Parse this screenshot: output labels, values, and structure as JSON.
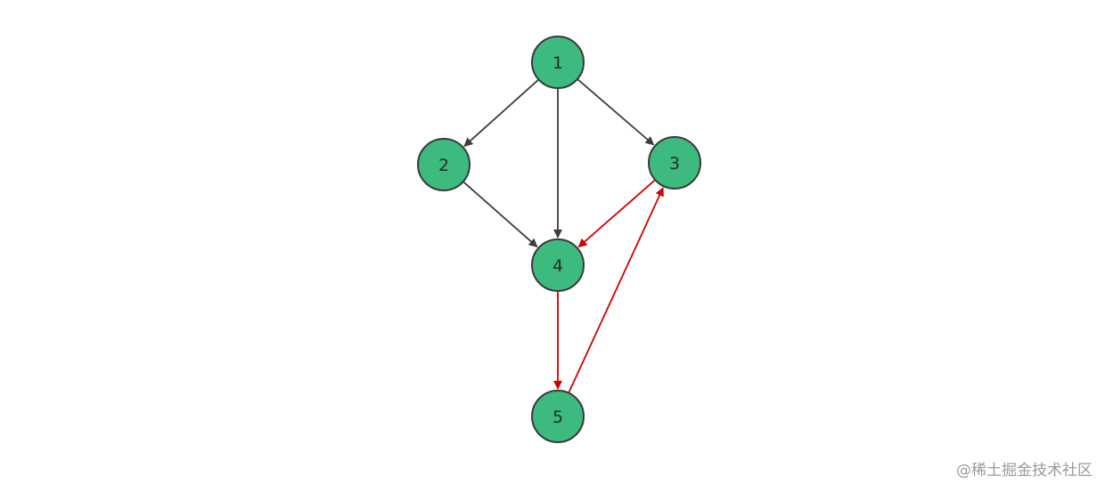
{
  "diagram": {
    "colors": {
      "node_fill": "#3dba7e",
      "node_stroke": "#3a3a3a",
      "edge_default": "#3d3d3d",
      "edge_highlight": "#d40000"
    },
    "nodes": [
      {
        "id": "1",
        "label": "1"
      },
      {
        "id": "2",
        "label": "2"
      },
      {
        "id": "3",
        "label": "3"
      },
      {
        "id": "4",
        "label": "4"
      },
      {
        "id": "5",
        "label": "5"
      }
    ],
    "edges": [
      {
        "from": "1",
        "to": "2",
        "highlighted": false
      },
      {
        "from": "1",
        "to": "4",
        "highlighted": false
      },
      {
        "from": "1",
        "to": "3",
        "highlighted": false
      },
      {
        "from": "2",
        "to": "4",
        "highlighted": false
      },
      {
        "from": "3",
        "to": "4",
        "highlighted": true
      },
      {
        "from": "4",
        "to": "5",
        "highlighted": true
      },
      {
        "from": "5",
        "to": "3",
        "highlighted": true
      }
    ]
  },
  "watermark": {
    "text": "@稀土掘金技术社区"
  }
}
